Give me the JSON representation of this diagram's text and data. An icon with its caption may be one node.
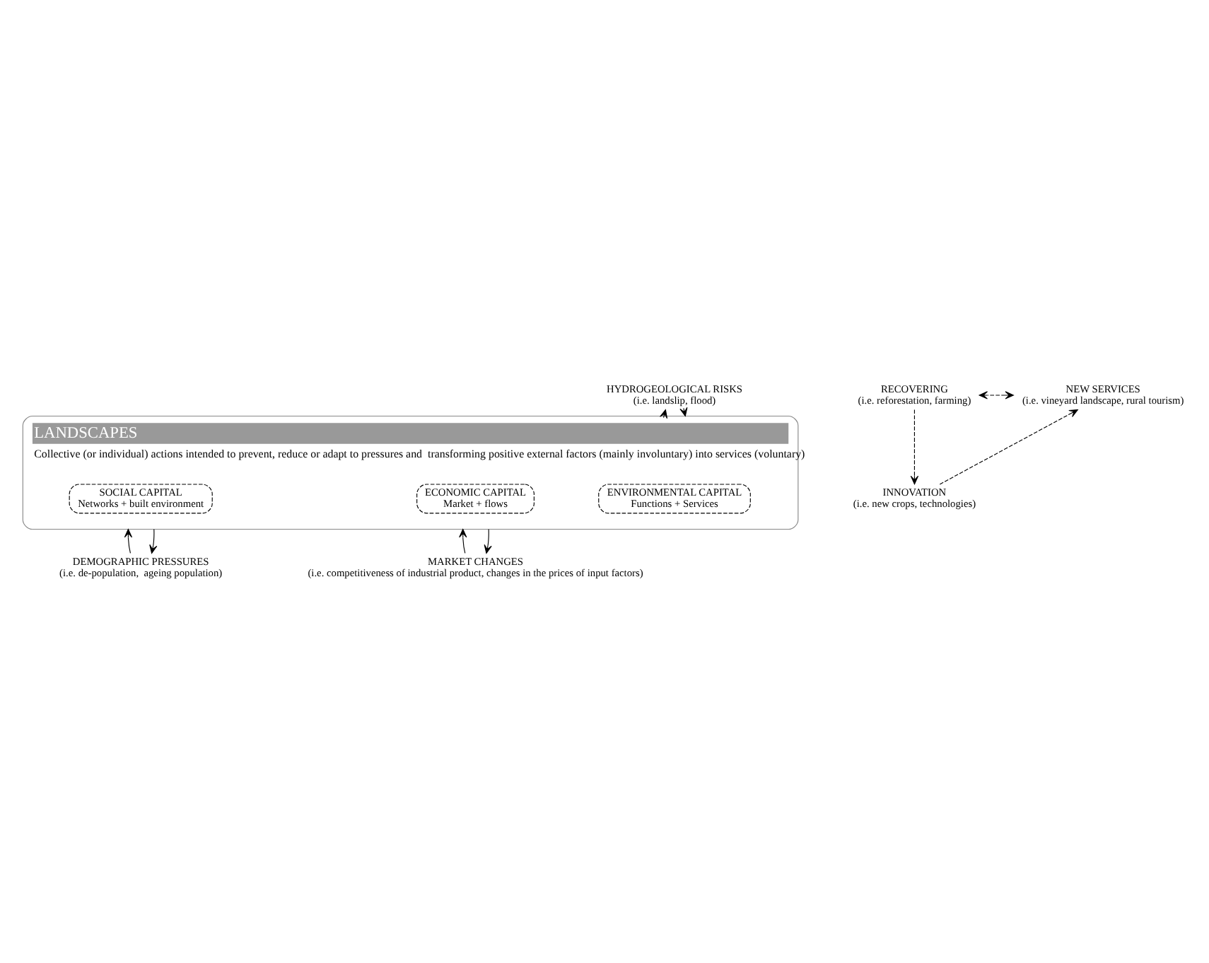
{
  "diagram": {
    "nodes": [
      {
        "text": [
          "HYDROGEOLOGICAL RISKS",
          "(i.e. landslip, flood)"
        ]
      },
      {
        "text": [
          "RECOVERING",
          "(i.e. reforestation, farming)"
        ]
      },
      {
        "text": [
          "LANDSCAPES",
          "Collective (or individual) actions intended to prevent, reduce or adapt to pressures and  transforming positive external factors (mainly involuntary) into services (voluntary)"
        ]
      },
      {
        "text": [
          "ENVIRONMENTAL CAPITAL",
          "Functions + Services"
        ],
        "in": 2
      },
      {
        "text": [
          "SOCIAL CAPITAL",
          "Networks + built environment"
        ],
        "in": 2
      },
      {
        "text": [
          "ECONOMIC CAPITAL",
          "Market + flows"
        ],
        "in": 2
      },
      {
        "text": [
          "INNOVATION",
          "(i.e. new crops, technologies)"
        ]
      },
      {
        "text": [
          "NEW SERVICES",
          "(i.e. vineyard landscape, rural tourism)"
        ]
      },
      {
        "text": [
          "DEMOGRAPHIC PRESSURES",
          "(i.e. de-population,  ageing population)"
        ]
      },
      {
        "text": [
          "MARKET CHANGES",
          "(i.e. competitiveness of industrial product, changes in the prices of input factors)"
        ]
      }
    ],
    "edges": [
      {
        "from": 2,
        "to": 0,
        "arrow": "to"
      },
      {
        "from": 0,
        "to": 2,
        "arrow": "to"
      },
      {
        "from": 7,
        "to": 1,
        "arrow": "both",
        "style": "dashed"
      },
      {
        "from": 1,
        "to": 6,
        "arrow": "to",
        "style": "dashed"
      },
      {
        "from": 6,
        "to": 7,
        "arrow": "to",
        "style": "dashed"
      },
      {
        "from": 8,
        "to": 2,
        "arrow": "to"
      },
      {
        "from": 2,
        "to": 8,
        "arrow": "to"
      },
      {
        "from": 9,
        "to": 2,
        "arrow": "to"
      },
      {
        "from": 2,
        "to": 9,
        "arrow": "to"
      }
    ]
  }
}
